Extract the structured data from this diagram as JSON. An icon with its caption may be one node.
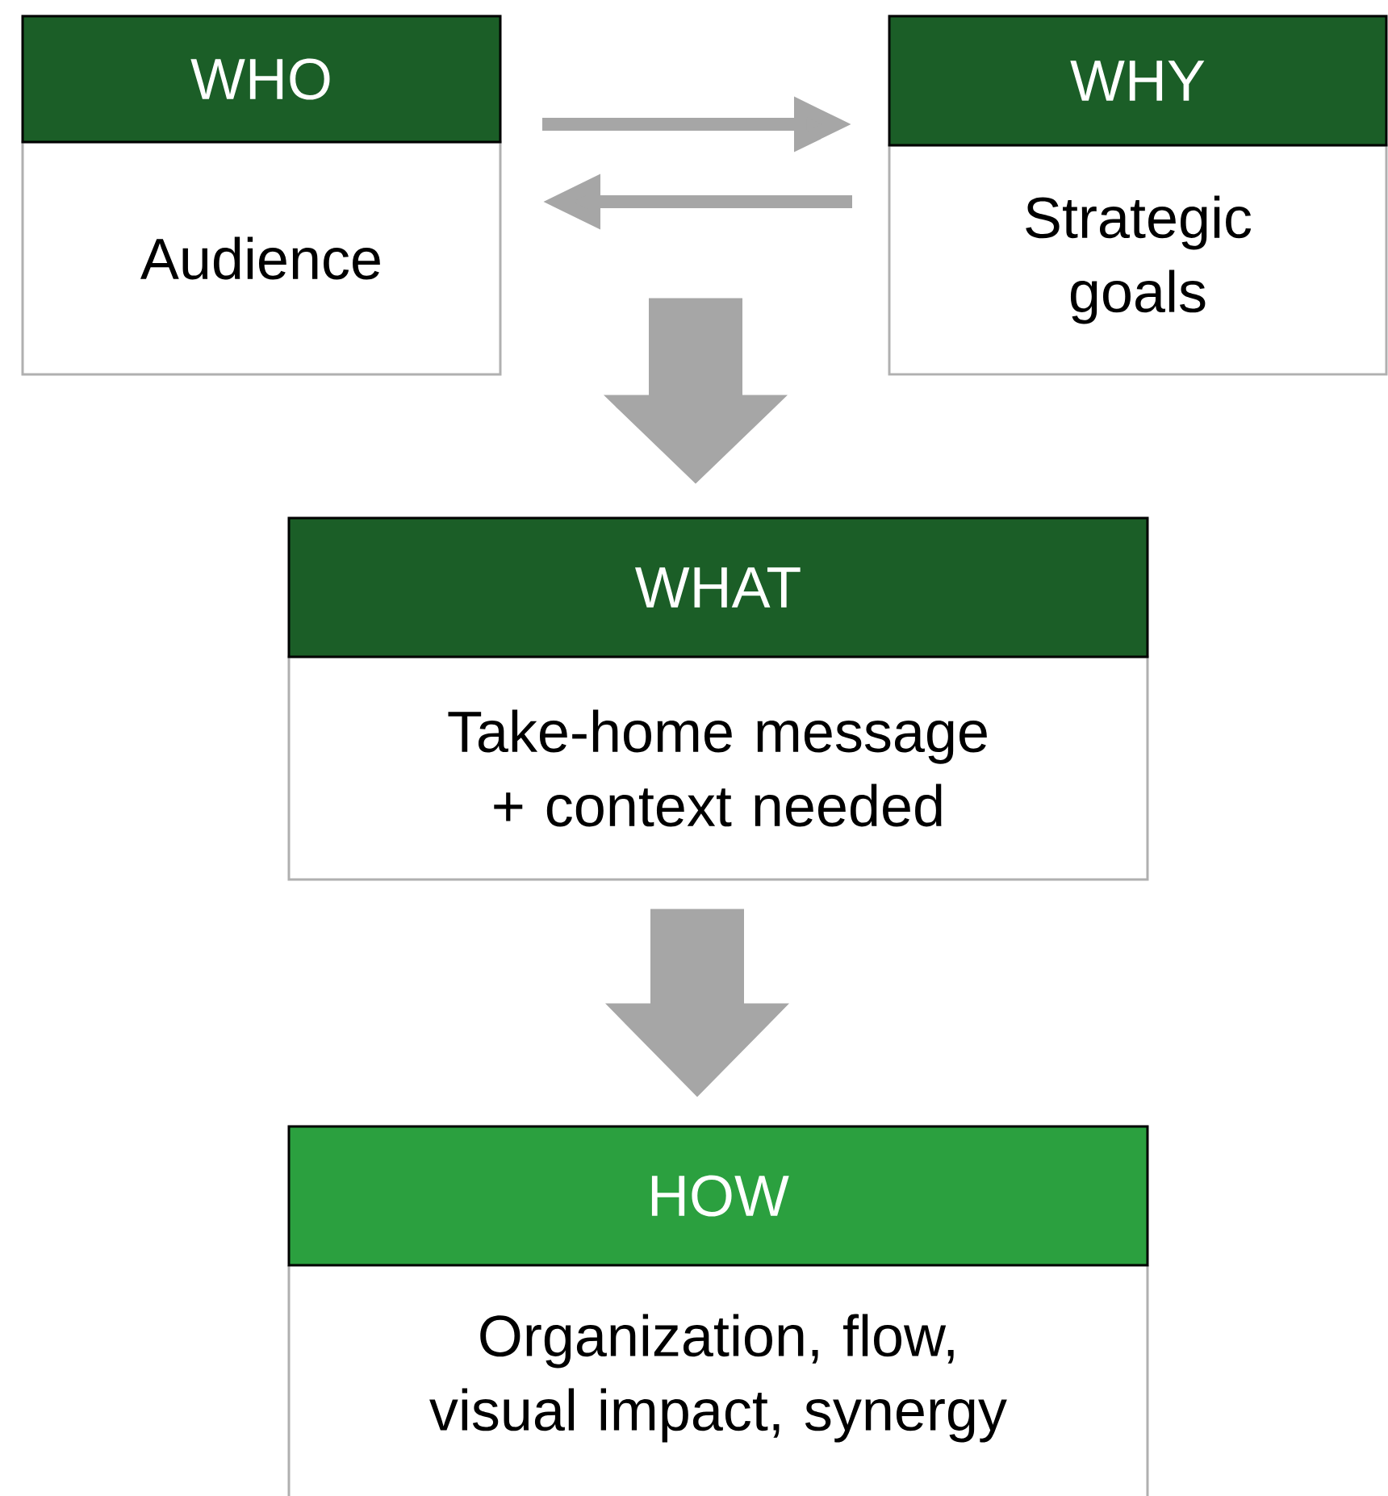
{
  "diagram": {
    "nodes": [
      {
        "text": [
          "WHO",
          "Audience"
        ]
      },
      {
        "text": [
          "WHY",
          "Strategic goals"
        ]
      },
      {
        "text": [
          "WHAT",
          "Take-home message + context needed"
        ]
      },
      {
        "text": [
          "HOW",
          "Organization, flow, visual impact, synergy"
        ]
      }
    ],
    "edges": [
      {
        "from": 0,
        "to": 1,
        "arrow": "to"
      },
      {
        "from": 1,
        "to": 0,
        "arrow": "to"
      },
      {
        "from": null,
        "to": 2,
        "arrow": "to",
        "style": "thick"
      },
      {
        "from": 2,
        "to": 3,
        "arrow": "to",
        "style": "thick"
      }
    ]
  }
}
